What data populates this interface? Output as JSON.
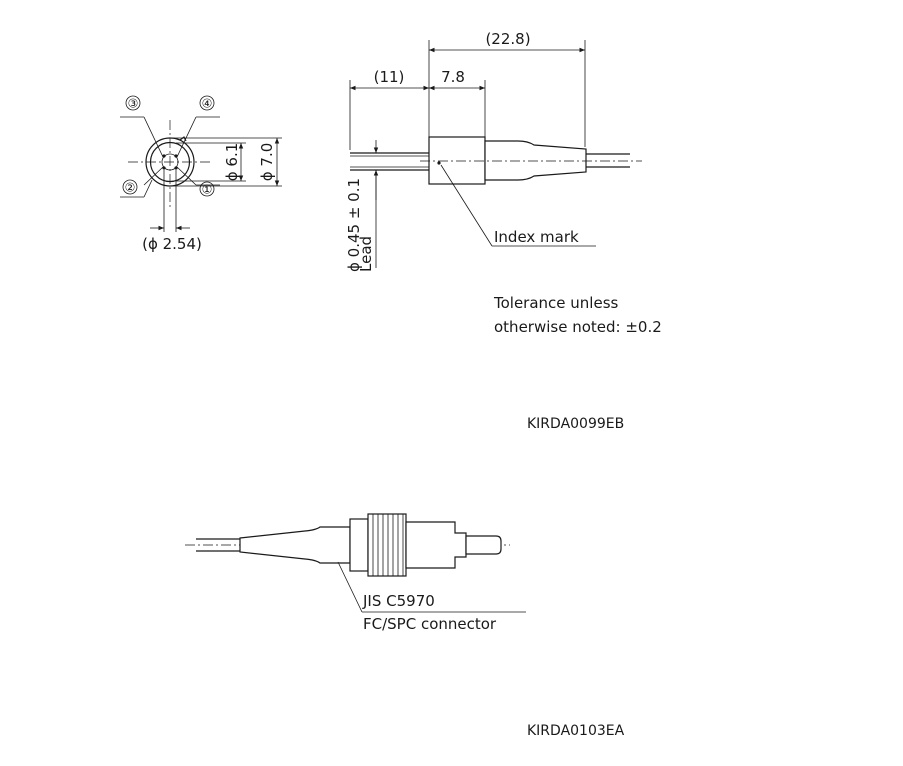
{
  "top_view": {
    "pin_labels": [
      "①",
      "②",
      "③",
      "④"
    ],
    "dim_inner": "ϕ 6.1",
    "dim_outer": "ϕ 7.0",
    "dim_pitch": "(ϕ 2.54)"
  },
  "side_view": {
    "dim_total": "(22.8)",
    "dim_lead_length": "(11)",
    "dim_body": "7.8",
    "lead_dia": "ϕ 0.45 ± 0.1",
    "lead_label": "Lead",
    "index_mark": "Index mark"
  },
  "tolerance": {
    "line1": "Tolerance unless",
    "line2": "otherwise noted: ±0.2"
  },
  "drawing_code_1": "KIRDA0099EB",
  "connector": {
    "line1": "JIS C5970",
    "line2": "FC/SPC connector"
  },
  "drawing_code_2": "KIRDA0103EA"
}
